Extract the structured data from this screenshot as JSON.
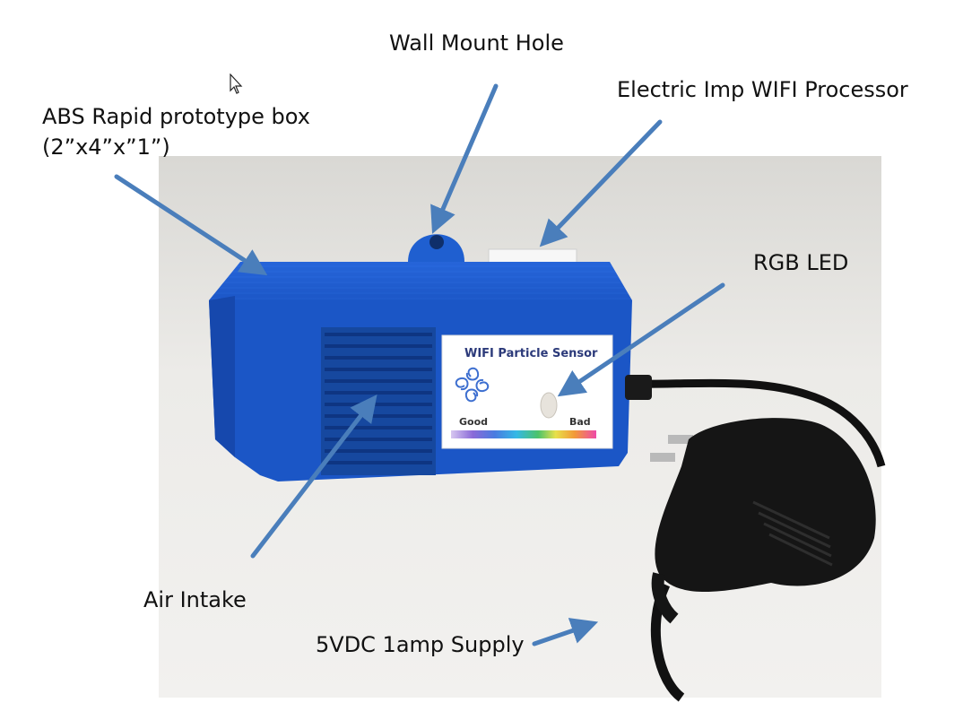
{
  "labels": {
    "wall_mount": "Wall Mount Hole",
    "electric_imp": "Electric Imp WIFI Processor",
    "abs_box_line1": "ABS Rapid prototype box",
    "abs_box_line2": "(2”x4”x”1”)",
    "rgb_led": "RGB LED",
    "air_intake": "Air Intake",
    "supply": "5VDC 1amp Supply"
  },
  "device_label": {
    "title": "WIFI  Particle Sensor",
    "good": "Good",
    "bad": "Bad"
  },
  "colors": {
    "arrow": "#4a7ebb",
    "box": "#1f5fd0",
    "background_photo": "#ecebe8",
    "adapter": "#151515"
  }
}
